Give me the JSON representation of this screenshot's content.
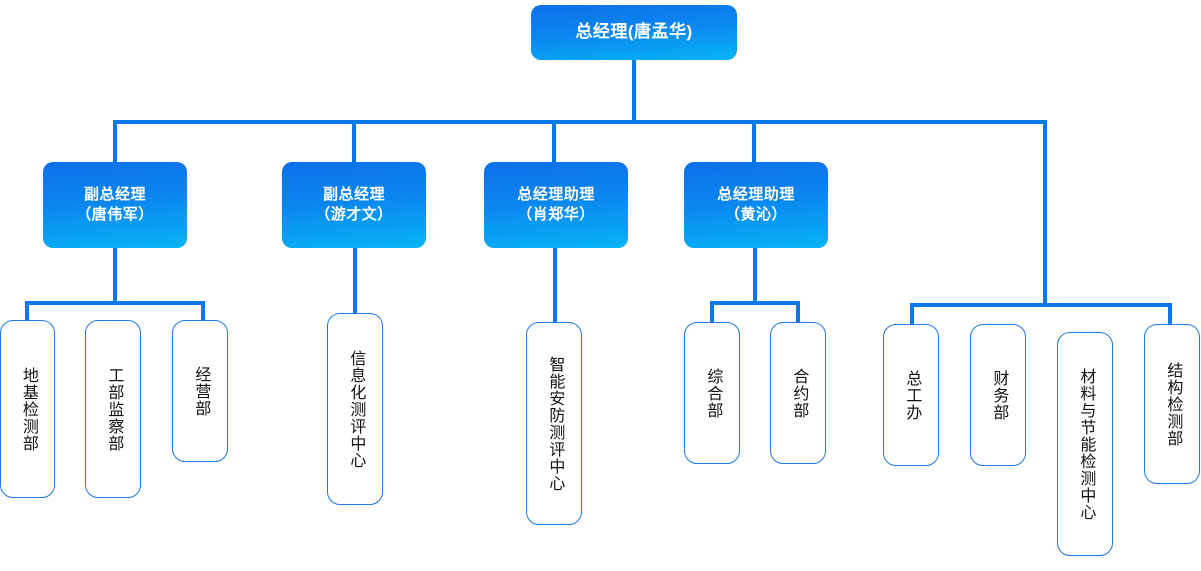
{
  "meta": {
    "title": "组织架构图",
    "colors": {
      "connector": "#0b7ae8",
      "connector_light": "#0aa7f0",
      "box_border": "#1f7ae6",
      "gradient_top": "#0c6fe9",
      "gradient_bottom": "#07b4f6",
      "box_text": "#111111",
      "manager_text": "#ffffff",
      "background": "#ffffff"
    }
  },
  "nodes": {
    "general_manager": {
      "line1": "总经理(唐孟华)"
    },
    "level2": [
      {
        "id": "deputy-gm-tangweijun",
        "line1": "副总经理",
        "line2": "（唐伟军）"
      },
      {
        "id": "deputy-gm-youcaiwen",
        "line1": "副总经理",
        "line2": "（游才文）"
      },
      {
        "id": "gm-assistant-xiaozhenghua",
        "line1": "总经理助理",
        "line2": "（肖郑华）"
      },
      {
        "id": "gm-assistant-huangqin",
        "line1": "总经理助理",
        "line2": "（黄沁）"
      }
    ],
    "departments": [
      {
        "id": "dept-dijijiance",
        "label": "地基检测部"
      },
      {
        "id": "dept-gongbujiancha",
        "label": "工部监察部"
      },
      {
        "id": "dept-jingying",
        "label": "经营部"
      },
      {
        "id": "dept-xinxihua-ceping",
        "label": "信息化测评中心"
      },
      {
        "id": "dept-zhineng-anfang",
        "label": "智能安防测评中心"
      },
      {
        "id": "dept-zonghe",
        "label": "综合部"
      },
      {
        "id": "dept-heyue",
        "label": "合约部"
      },
      {
        "id": "dept-zonggongban",
        "label": "总工办"
      },
      {
        "id": "dept-caiwu",
        "label": "财务部"
      },
      {
        "id": "dept-cailiao-jieneng",
        "label": "材料与节能检测中心"
      },
      {
        "id": "dept-jiegoujiance",
        "label": "结构检测部"
      }
    ]
  }
}
